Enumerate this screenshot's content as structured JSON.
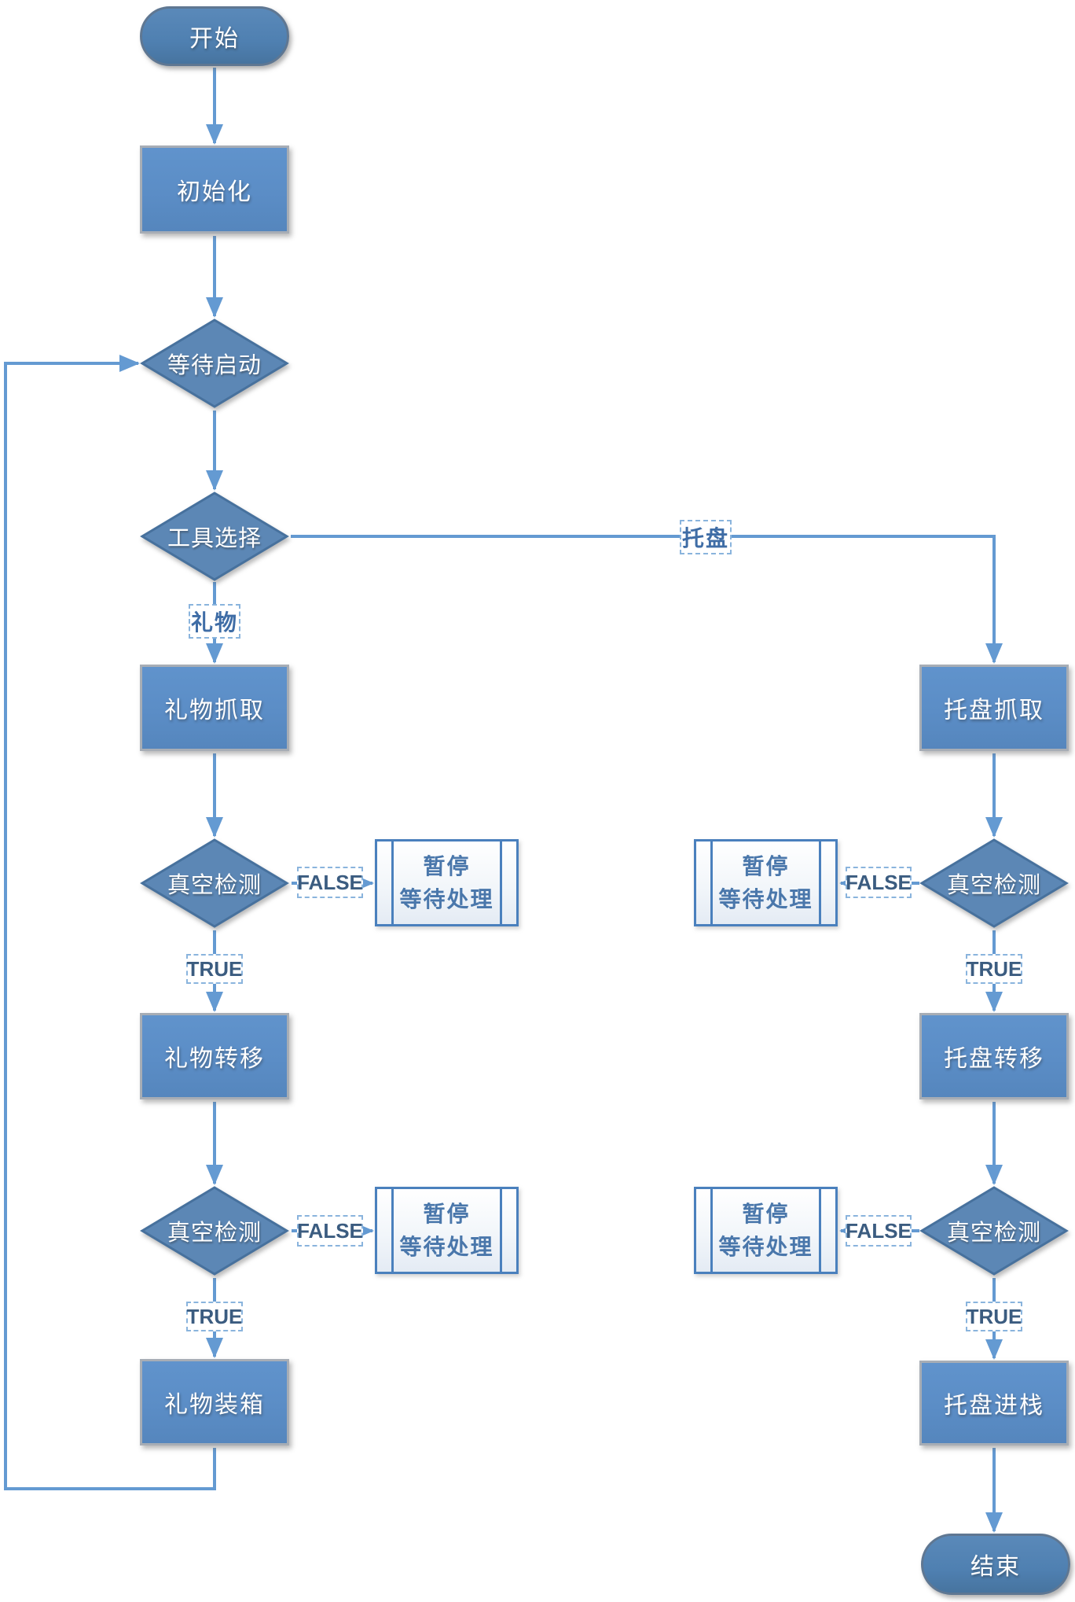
{
  "diagram": {
    "type": "flowchart",
    "nodes": {
      "start": "开始",
      "init": "初始化",
      "wait_start": "等待启动",
      "tool_select": "工具选择",
      "gift_grab": "礼物抓取",
      "vacuum_check": "真空检测",
      "gift_transfer": "礼物转移",
      "gift_boxing": "礼物装箱",
      "tray_grab": "托盘抓取",
      "tray_transfer": "托盘转移",
      "tray_push": "托盘进栈",
      "end": "结束",
      "pause": {
        "line1": "暂停",
        "line2": "等待处理"
      }
    },
    "edge_labels": {
      "gift": "礼物",
      "tray": "托盘",
      "true": "TRUE",
      "false": "FALSE"
    },
    "colors": {
      "process_fill": "#5b8dc6",
      "process_border": "#a7adb5",
      "decision_fill": "#5c87b5",
      "decision_border": "#47719d",
      "terminator_fill": "#4f80b1",
      "connector": "#649ad2",
      "pause_border": "#4a80bd",
      "pause_text": "#4a77ab",
      "label_text": "#3b5c80"
    }
  }
}
